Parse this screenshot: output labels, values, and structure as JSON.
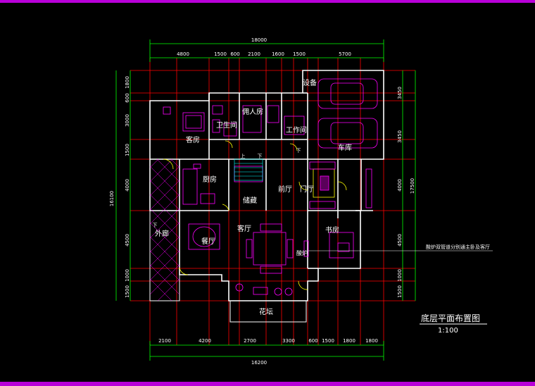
{
  "drawing": {
    "title": "底层平面布置图",
    "scale": "1:100"
  },
  "dimensions": {
    "top_total": "18000",
    "top_segments": [
      "4800",
      "1500",
      "600",
      "2100",
      "1600",
      "1500",
      "5700"
    ],
    "bottom_total": "16200",
    "bottom_segments": [
      "2100",
      "4200",
      "2700",
      "3300",
      "600",
      "1500",
      "1800",
      "1800"
    ],
    "left_total": "16100",
    "left_segments": [
      "1800",
      "600",
      "3000",
      "1500",
      "4000",
      "4500",
      "1000",
      "1500"
    ],
    "right_total": "17500",
    "right_segments": [
      "3450",
      "3450",
      "4000",
      "4500",
      "1000",
      "1500"
    ]
  },
  "rooms": {
    "guest_room": "客房",
    "bathroom": "卫生间",
    "servant_room": "佣人房",
    "workroom": "工作间",
    "equipment": "设备",
    "garage": "车库",
    "kitchen": "厨房",
    "storage": "储藏",
    "front_hall": "前厅",
    "entrance_hall": "门厅",
    "dining": "餐厅",
    "living": "客厅",
    "study": "书房",
    "outer_veranda": "外廊",
    "flower_bed": "花坛",
    "fireplace": "酸炉"
  },
  "stair_labels": {
    "up": "上",
    "down": "下",
    "down_left": "下",
    "down_right": "下"
  },
  "annotation": "酸炉双管道分别通主卧及客厅",
  "colors": {
    "background": "#000000",
    "frame": "#b800d8",
    "walls": "#ffffff",
    "axis": "#ff0000",
    "dims": "#00ff00",
    "furniture": "#ff00ff",
    "accent": "#ffff00",
    "cyan": "#00ffff"
  }
}
